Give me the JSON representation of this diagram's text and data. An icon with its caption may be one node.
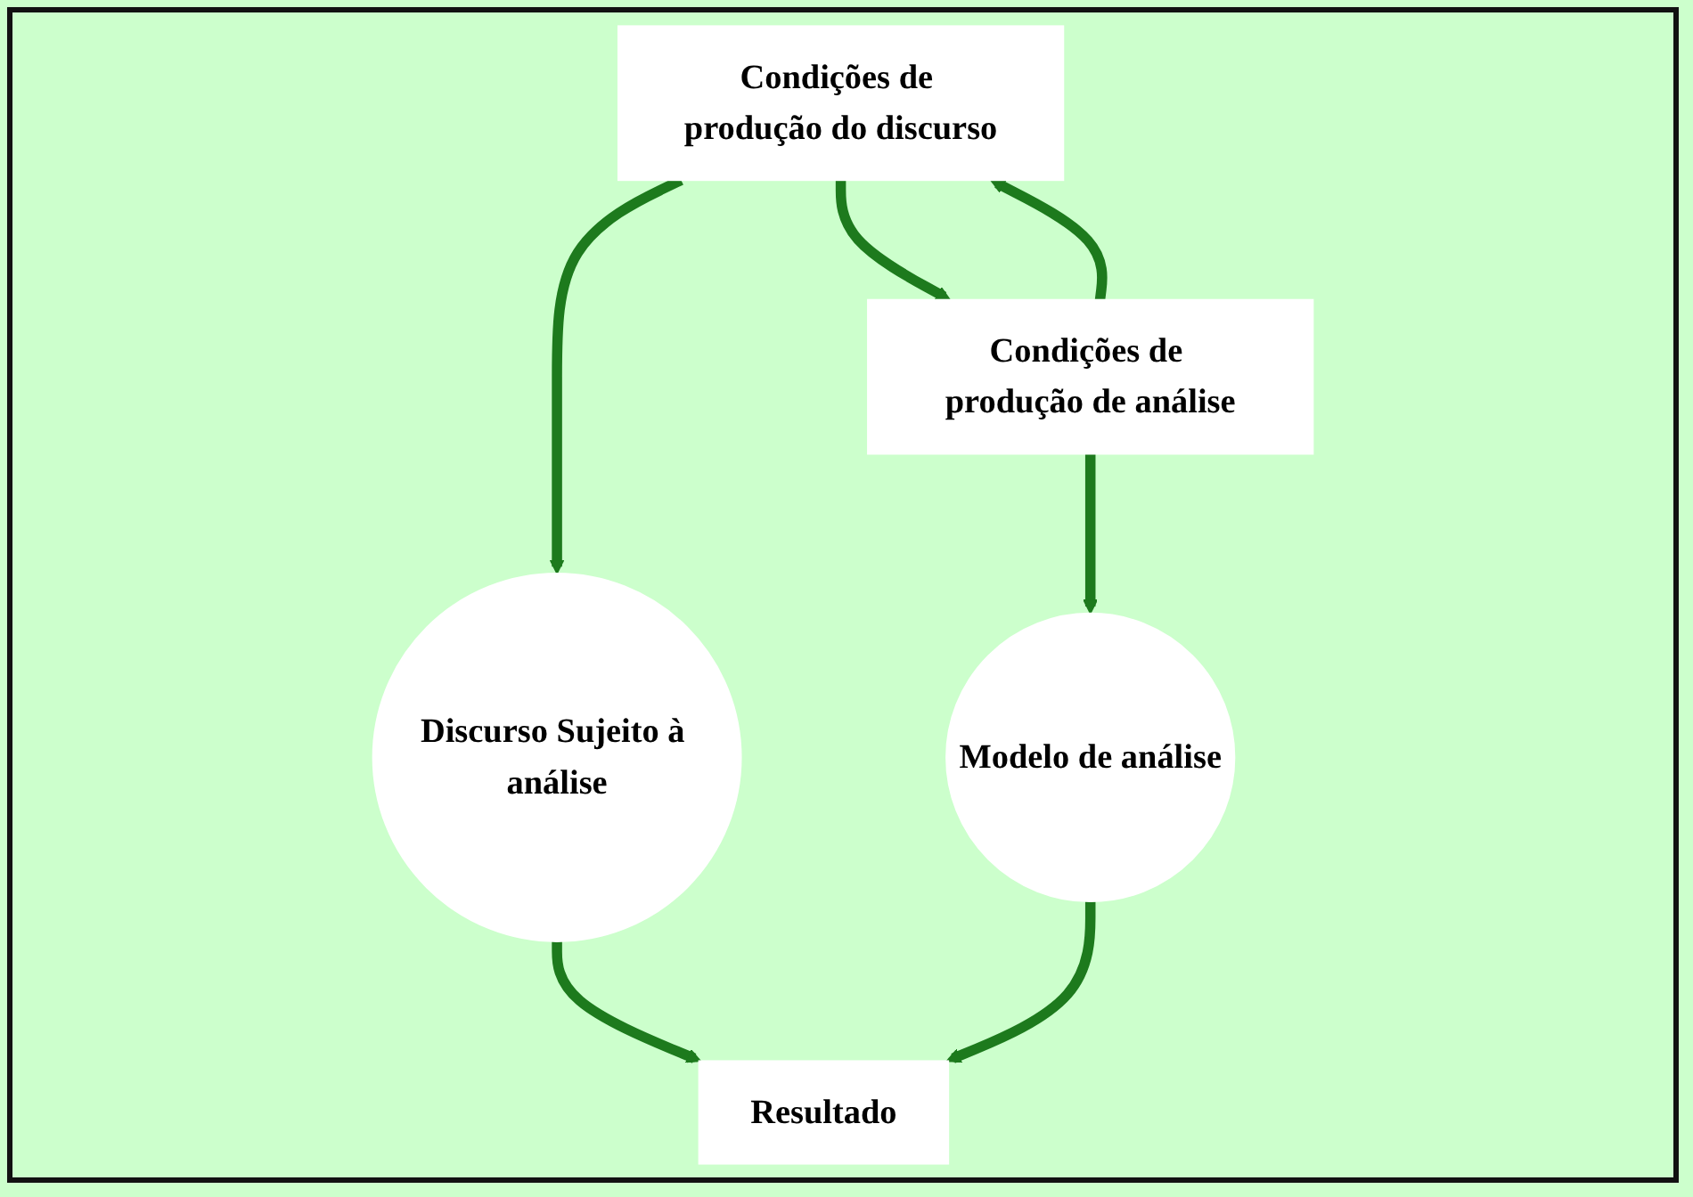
{
  "diagram": {
    "nodes": [
      {
        "text": [
          "Condições de produção do discurso"
        ]
      },
      {
        "text": [
          "Condições de produção de análise"
        ]
      },
      {
        "text": [
          "Discurso Sujeito à análise"
        ]
      },
      {
        "text": [
          "Modelo de análise"
        ]
      },
      {
        "text": [
          "Resultado"
        ]
      }
    ],
    "edges": [
      {
        "from": 0,
        "to": 1,
        "arrow": "to"
      },
      {
        "from": 1,
        "to": 0,
        "arrow": "to"
      },
      {
        "from": 0,
        "to": 2,
        "arrow": "to"
      },
      {
        "from": 1,
        "to": 3,
        "arrow": "to"
      },
      {
        "from": 2,
        "to": 4,
        "arrow": "to"
      },
      {
        "from": 3,
        "to": 4,
        "arrow": "to"
      }
    ]
  }
}
